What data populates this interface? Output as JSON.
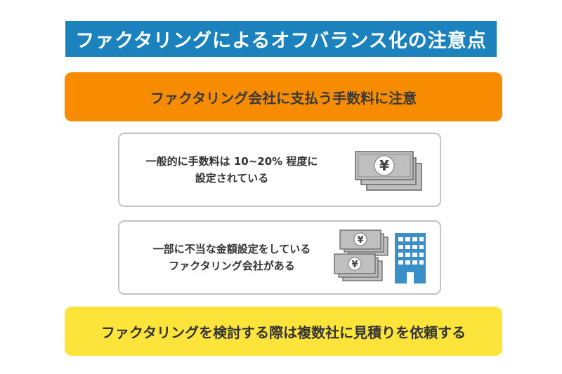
{
  "title": "ファクタリングによるオフバランス化の注意点",
  "warning_box": {
    "text": "ファクタリング会社に支払う手数料に注意"
  },
  "cards": [
    {
      "line1": "一般的に手数料は 10~20% 程度に",
      "line2": "設定されている",
      "icon": "yen-banknotes-icon"
    },
    {
      "line1": "一部に不当な金額設定をしている",
      "line2": "ファクタリング会社がある",
      "icon": "banknotes-and-building-icon"
    }
  ],
  "advice_box": {
    "text": "ファクタリングを検討する際は複数社に見積りを依頼する"
  },
  "yen_symbol": "¥",
  "colors": {
    "title_bg": "#1b82bd",
    "orange": "#f78c00",
    "yellow": "#fde43b",
    "bill": "#bfbfbf",
    "building": "#3a8fc8"
  }
}
